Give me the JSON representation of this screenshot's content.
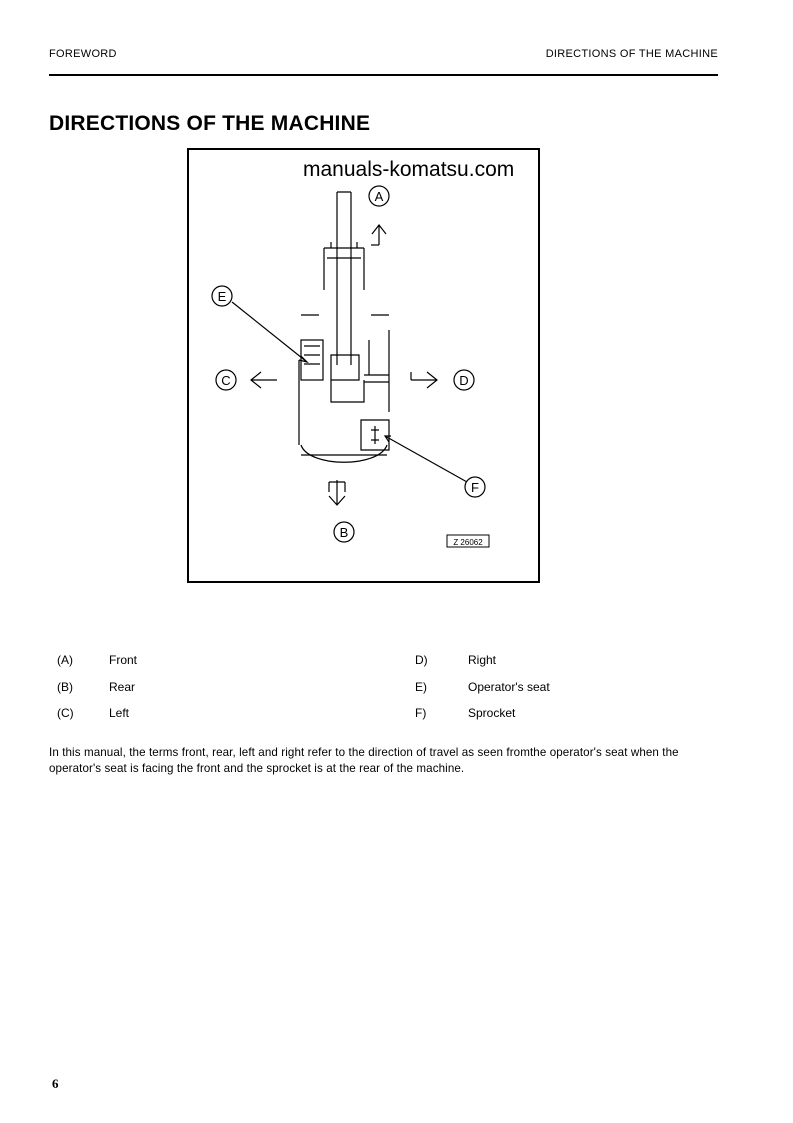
{
  "header": {
    "left": "FOREWORD",
    "right": "DIRECTIONS OF THE MACHINE"
  },
  "title": "DIRECTIONS OF THE MACHINE",
  "figure": {
    "watermark": "manuals-komatsu.com",
    "labels": {
      "a": "A",
      "b": "B",
      "c": "C",
      "d": "D",
      "e": "E",
      "f": "F"
    },
    "code": "Z 26062"
  },
  "legend": [
    {
      "key1": "(A)",
      "val1": "Front",
      "key2": "D)",
      "val2": "Right"
    },
    {
      "key1": "(B)",
      "val1": "Rear",
      "key2": "E)",
      "val2": "Operator's seat"
    },
    {
      "key1": "(C)",
      "val1": "Left",
      "key2": "F)",
      "val2": "Sprocket"
    }
  ],
  "paragraph": "In this manual, the terms front, rear, left and right refer to the direction of travel as seen fromthe operator's seat when the operator's seat is facing the front and the sprocket is at the rear of the machine.",
  "page_number": "6"
}
